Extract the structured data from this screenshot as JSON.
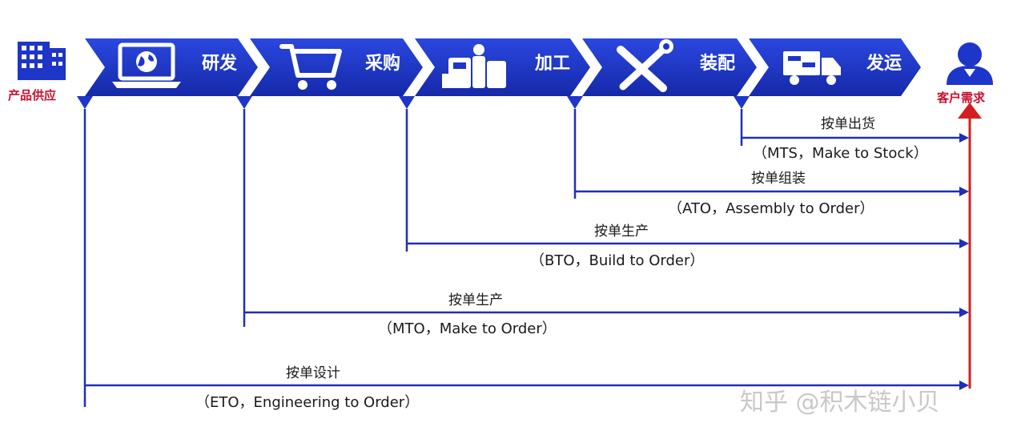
{
  "supply": {
    "label": "产品供应",
    "icon": "building-icon"
  },
  "demand": {
    "label": "客户需求",
    "icon": "customer-icon"
  },
  "steps": [
    {
      "label": "研发",
      "icon": "laptop-globe-icon"
    },
    {
      "label": "采购",
      "icon": "shopping-cart-icon"
    },
    {
      "label": "加工",
      "icon": "worker-machine-icon"
    },
    {
      "label": "装配",
      "icon": "wrench-screwdriver-icon"
    },
    {
      "label": "发运",
      "icon": "truck-icon"
    }
  ],
  "routes": [
    {
      "title": "按单出货",
      "subtitle": "（MTS，Make to Stock）"
    },
    {
      "title": "按单组装",
      "subtitle": "（ATO，Assembly to Order）"
    },
    {
      "title": "按单生产",
      "subtitle": "（BTO，Build to Order）"
    },
    {
      "title": "按单生产",
      "subtitle": "（MTO，Make to Order）"
    },
    {
      "title": "按单设计",
      "subtitle": "（ETO，Engineering to Order）"
    }
  ],
  "watermark": "知乎 @积木链小贝",
  "colors": {
    "flow_blue": "#1d35c9",
    "line_blue": "#1f2fb8",
    "demand_red": "#d21f1f"
  }
}
